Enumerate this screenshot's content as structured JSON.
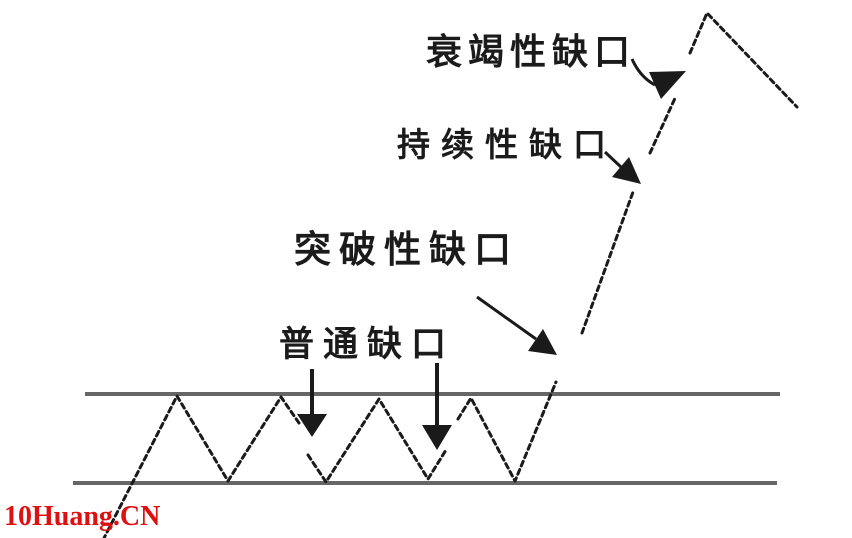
{
  "canvas": {
    "background": "#ffffff"
  },
  "labels": {
    "exhaustion": {
      "text": "衰竭性缺口"
    },
    "continuation": {
      "text": "持续性缺口"
    },
    "breakaway": {
      "text": "突破性缺口"
    },
    "common": {
      "text": "普通缺口"
    }
  },
  "watermark": {
    "text": "10Huang.CN"
  },
  "colors": {
    "ink": "#1a1a1a",
    "channel_line": "#666666",
    "label_text": "#1b1b1b",
    "watermark": "#dd1111"
  },
  "diagram": {
    "kind": "stock-gap-schematic",
    "gap_sequence": [
      "普通缺口",
      "普通缺口",
      "突破性缺口",
      "持续性缺口",
      "衰竭性缺口"
    ]
  }
}
